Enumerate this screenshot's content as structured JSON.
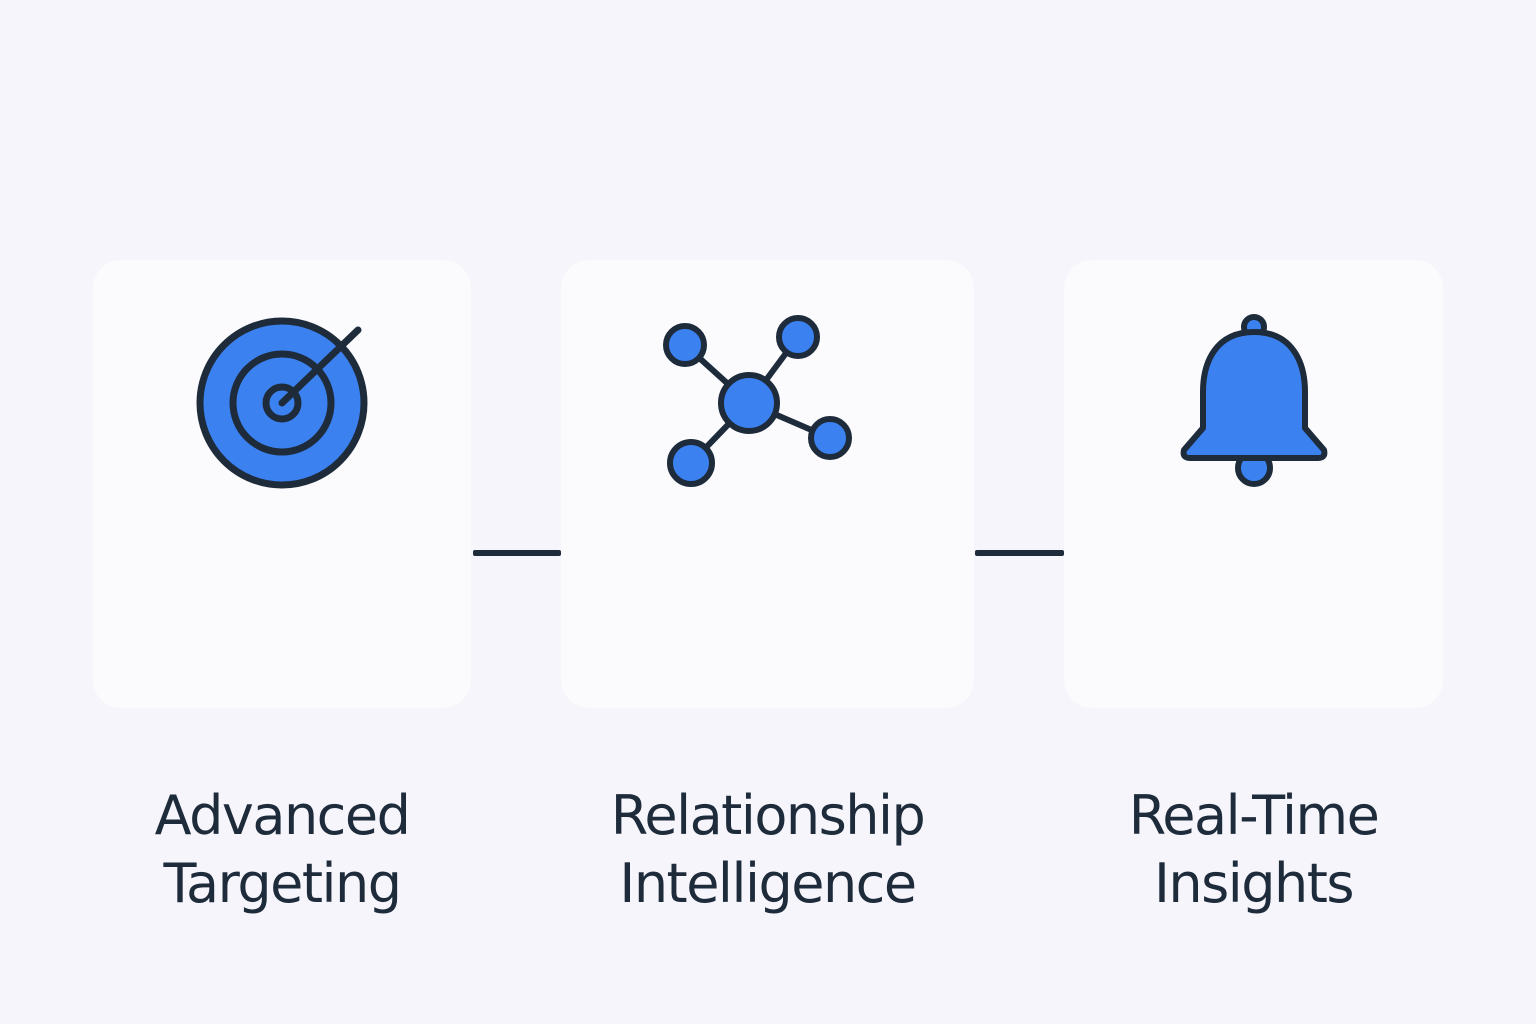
{
  "colors": {
    "accent": "#3b82f0",
    "stroke": "#1e2b3b",
    "background": "#f6f5fb",
    "card": "#fbfbfd"
  },
  "steps": [
    {
      "icon": "target-icon",
      "line1": "Advanced",
      "line2": "Targeting"
    },
    {
      "icon": "network-icon",
      "line1": "Relationship",
      "line2": "Intelligence"
    },
    {
      "icon": "bell-icon",
      "line1": "Real-Time",
      "line2": "Insights"
    }
  ]
}
